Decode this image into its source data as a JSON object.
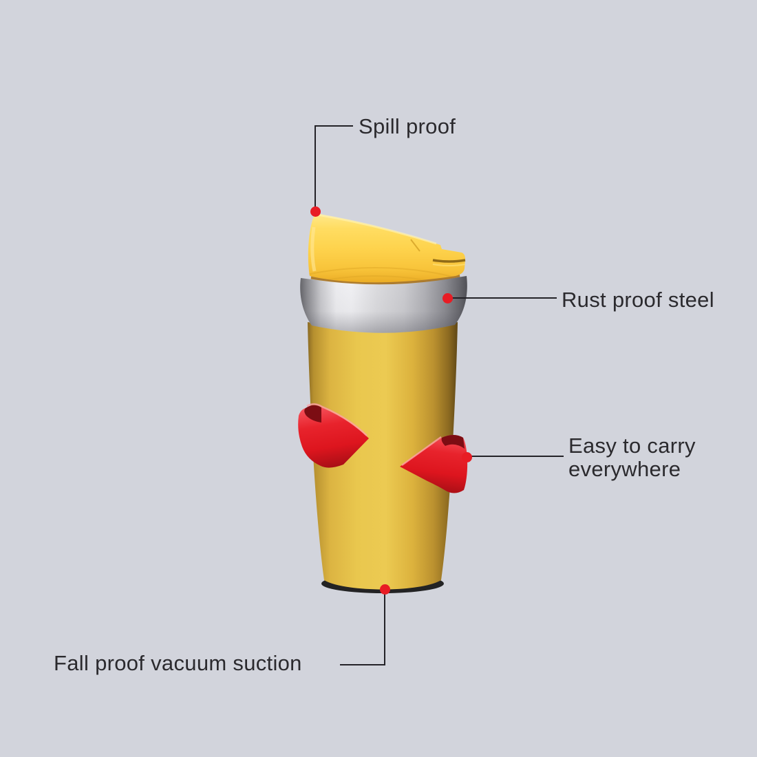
{
  "scene": {
    "background": "#d2d4dc"
  },
  "colors": {
    "background": "#d2d4dc",
    "accent_red": "#e81c24",
    "line": "#232227",
    "text": "#2b2a2e",
    "mug_body_yellow": "#eac94f",
    "lid_yellow": "#fed34d",
    "steel_silver": "#dcdcdf",
    "base_dark": "#232324",
    "arrow_red": "#e8232c",
    "arrow_fold_dark": "#7c0d13"
  },
  "callouts": [
    {
      "id": "spill-proof",
      "label": "Spill proof"
    },
    {
      "id": "rust-proof-steel",
      "label": "Rust proof steel"
    },
    {
      "id": "easy-to-carry",
      "label": "Easy to carry everywhere",
      "lines": [
        "Easy to carry",
        "everywhere"
      ]
    },
    {
      "id": "fall-proof",
      "label": "Fall proof vacuum suction"
    }
  ]
}
